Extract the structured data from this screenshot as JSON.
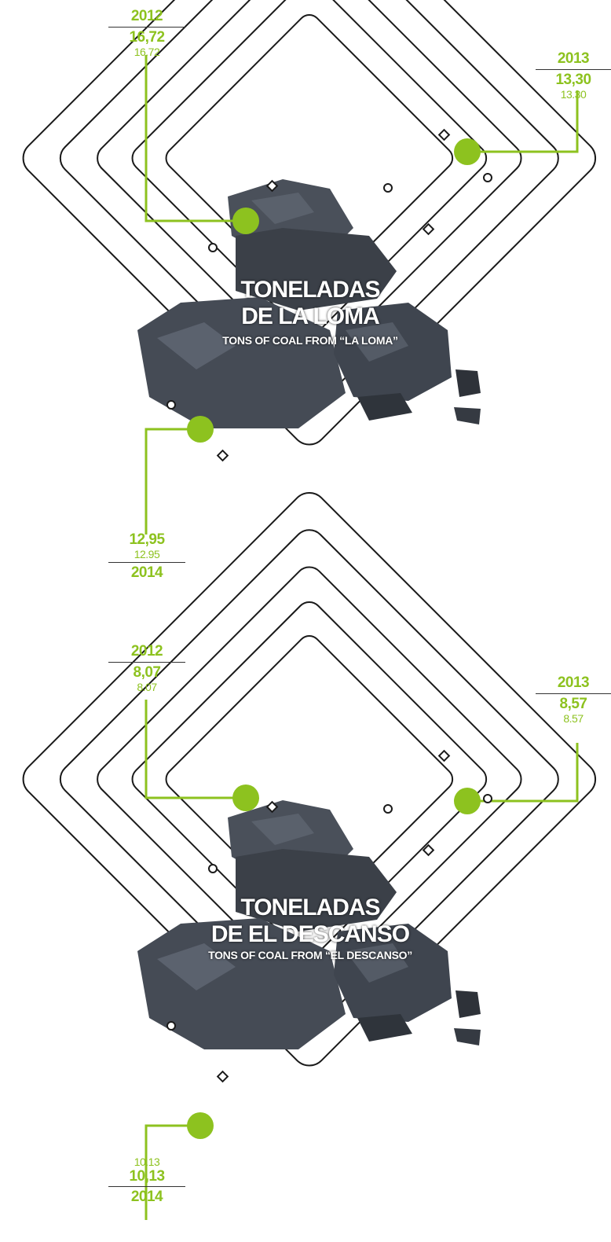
{
  "colors": {
    "accent": "#8dc21f",
    "line": "#1a1a1a",
    "coal": "#3b4048"
  },
  "panels": [
    {
      "title_line1": "TONELADAS",
      "title_line2": "DE LA LOMA",
      "subtitle": "TONS OF COAL FROM “LA LOMA”",
      "y2012": {
        "year": "2012",
        "value": "16,72",
        "value_alt": "16.72"
      },
      "y2013": {
        "year": "2013",
        "value": "13,30",
        "value_alt": "13.30"
      },
      "y2014": {
        "year": "2014",
        "value": "12,95",
        "value_alt": "12.95"
      }
    },
    {
      "title_line1": "TONELADAS",
      "title_line2": "DE EL DESCANSO",
      "subtitle": "TONS OF COAL FROM “EL DESCANSO”",
      "y2012": {
        "year": "2012",
        "value": "8,07",
        "value_alt": "8.07"
      },
      "y2013": {
        "year": "2013",
        "value": "8,57",
        "value_alt": "8.57"
      },
      "y2014": {
        "year": "2014",
        "value": "10,13",
        "value_alt": "10.13"
      }
    }
  ]
}
